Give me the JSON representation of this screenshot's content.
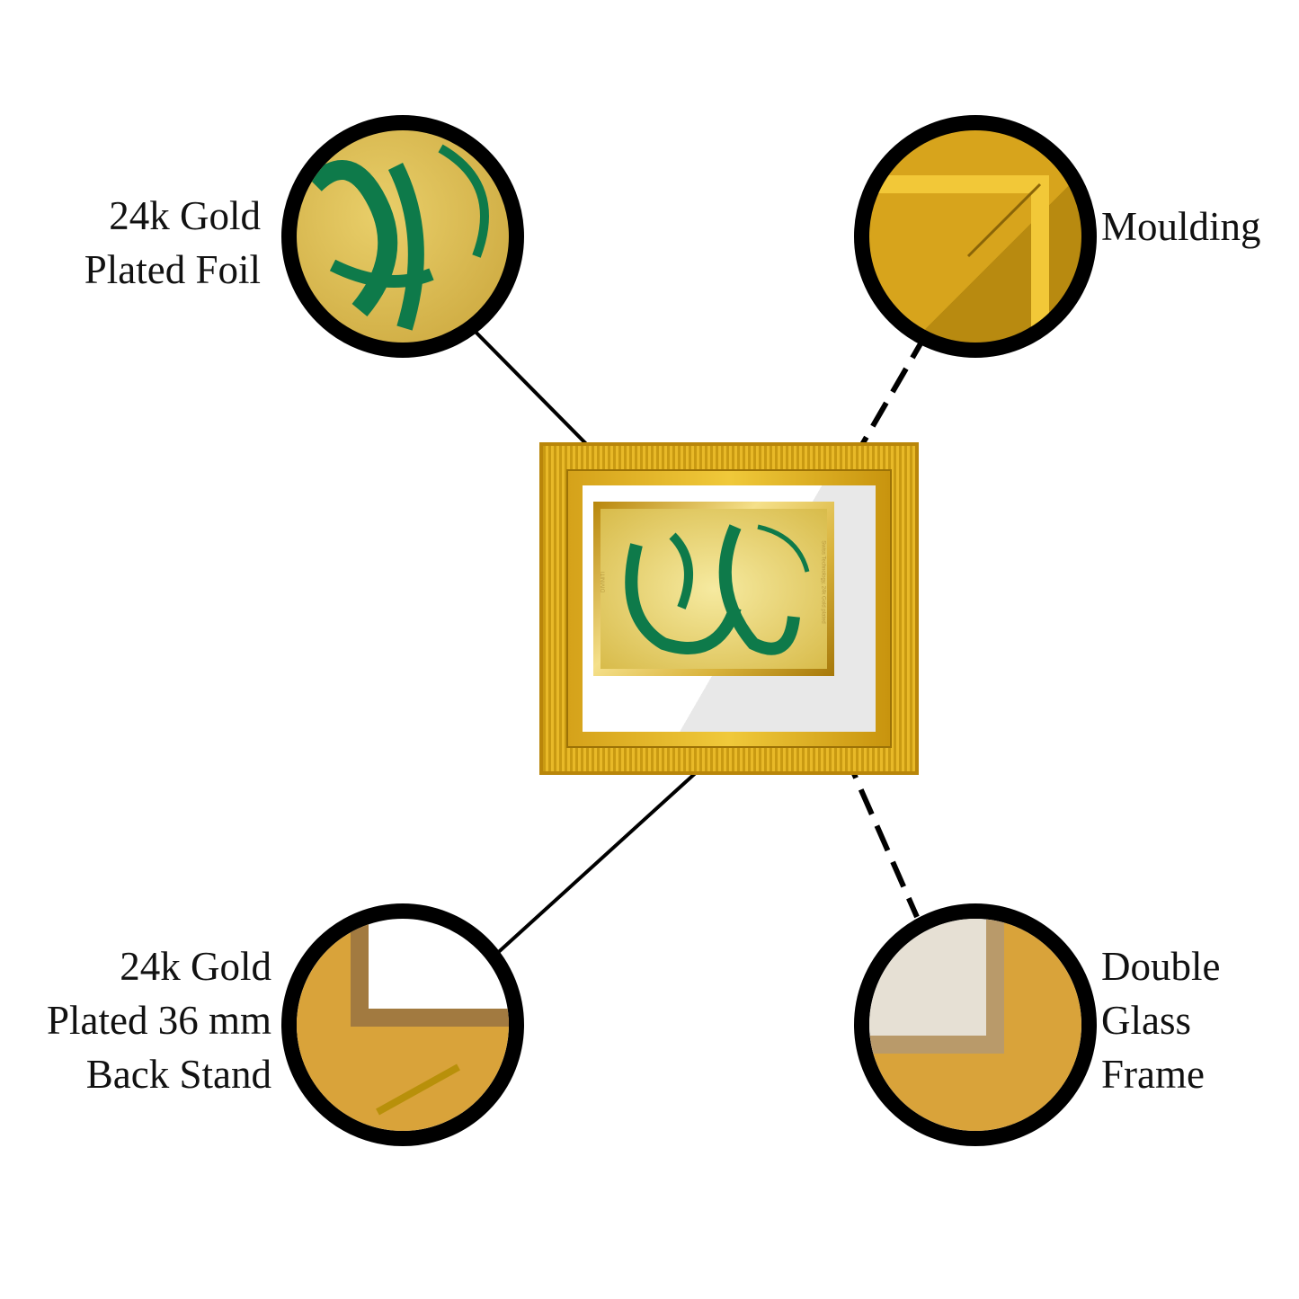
{
  "features": [
    {
      "label_lines": [
        "24k Gold",
        "Plated Foil"
      ]
    },
    {
      "label_lines": [
        "Moulding"
      ]
    },
    {
      "label_lines": [
        "24k Gold",
        "Plated 36 mm",
        "Back Stand"
      ]
    },
    {
      "label_lines": [
        "Double",
        "Glass",
        "Frame"
      ]
    }
  ],
  "colors": {
    "gold": "#e0b020",
    "green": "#0e7a4a",
    "ring": "#000000"
  },
  "plaque_text": {
    "brand": "DIVINITI",
    "note": "Swiss Technology, 24k Gold plated"
  }
}
